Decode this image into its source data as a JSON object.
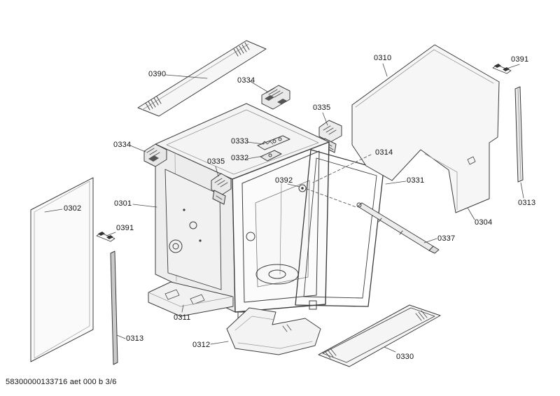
{
  "footer": {
    "text": "58300000133716 aet 000 b 3/6"
  },
  "labels": [
    {
      "text": "0390"
    },
    {
      "text": "0334"
    },
    {
      "text": "0310"
    },
    {
      "text": "0391"
    },
    {
      "text": "0335"
    },
    {
      "text": "0334"
    },
    {
      "text": "0333"
    },
    {
      "text": "0332"
    },
    {
      "text": "0335"
    },
    {
      "text": "0314"
    },
    {
      "text": "0392"
    },
    {
      "text": "0331"
    },
    {
      "text": "0302"
    },
    {
      "text": "0301"
    },
    {
      "text": "0391"
    },
    {
      "text": "0304"
    },
    {
      "text": "0313"
    },
    {
      "text": "0337"
    },
    {
      "text": "0313"
    },
    {
      "text": "0311"
    },
    {
      "text": "0312"
    },
    {
      "text": "0330"
    }
  ]
}
